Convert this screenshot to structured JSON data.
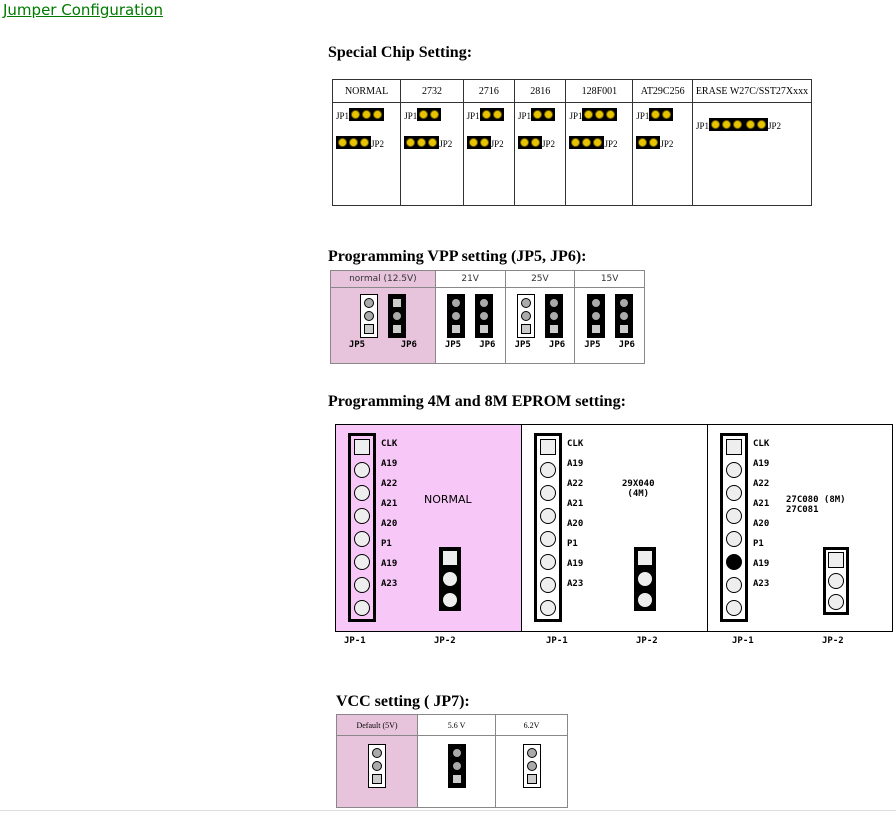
{
  "page_title": "Jumper Configuration",
  "special": {
    "heading": "Special Chip Setting:",
    "columns": [
      "NORMAL",
      "2732",
      "2716",
      "2816",
      "128F001",
      "AT29C256",
      "ERASE W27C/SST27Xxxx"
    ],
    "jp1": "JP1",
    "jp2": "JP2"
  },
  "vpp": {
    "heading": "Programming VPP setting (JP5, JP6):",
    "columns": [
      "normal (12.5V)",
      "21V",
      "25V",
      "15V"
    ],
    "jp5": "JP5",
    "jp6": "JP6"
  },
  "eprom": {
    "heading": "Programming 4M and 8M EPROM setting:",
    "pins": [
      "CLK",
      "A19",
      "A22",
      "A21",
      "A20",
      "P1",
      "A19",
      "A23"
    ],
    "normal_label": "NORMAL",
    "mid_label_1": "29X040",
    "mid_label_2": "(4M)",
    "right_label_1": "27C080 (8M)",
    "right_label_2": "27C081",
    "footers": [
      "JP-1",
      "JP-2",
      "JP-1",
      "JP-2",
      "JP-1",
      "JP-2"
    ]
  },
  "vcc": {
    "heading": "VCC setting ( JP7):",
    "columns": [
      "Default (5V)",
      "5.6 V",
      "6.2V"
    ]
  },
  "colors": {
    "title": "#007a00",
    "pink": "#e8c4dc",
    "eprom_pink": "#f7c8f7"
  }
}
